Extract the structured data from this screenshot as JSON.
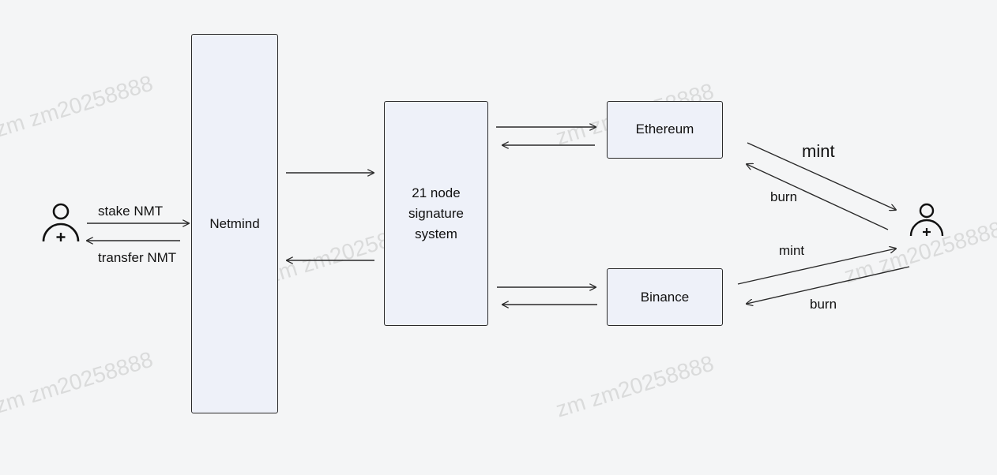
{
  "nodes": {
    "netmind": "Netmind",
    "signature": [
      "21 node",
      "signature",
      "system"
    ],
    "ethereum": "Ethereum",
    "binance": "Binance"
  },
  "edges": {
    "stake": "stake  NMT",
    "transfer": "transfer  NMT",
    "eth_mint": "mint",
    "eth_burn": "burn",
    "bnb_mint": "mint",
    "bnb_burn": "burn"
  },
  "actors": {
    "left_icon": "user-add-icon",
    "right_icon": "user-add-icon"
  },
  "watermark": "zm zm20258888",
  "colors": {
    "background": "#f4f5f6",
    "box_fill": "#eef1f9",
    "stroke": "#2a2a2a"
  }
}
